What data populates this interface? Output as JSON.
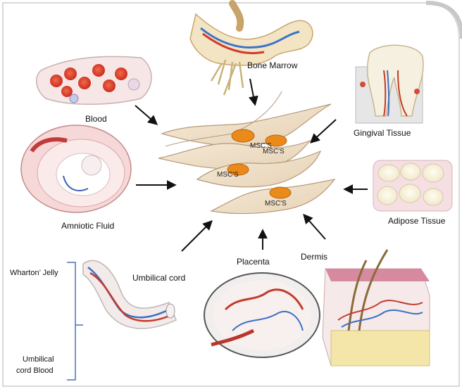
{
  "center": {
    "cells": [
      {
        "label": "MSC'S"
      },
      {
        "label": "MSC'S"
      },
      {
        "label": "MSC'S"
      },
      {
        "label": "MSC'S"
      }
    ]
  },
  "sources": {
    "bone_marrow": "Bone Marrow",
    "blood": "Blood",
    "gingival_tissue": "Gingival Tissue",
    "amniotic_fluid": "Amniotic Fluid",
    "adipose_tissue": "Adipose Tissue",
    "umbilical_cord": "Umbilical cord",
    "placenta": "Placenta",
    "dermis": "Dermis"
  },
  "cord_parts": {
    "wharton_jelly": "Wharton’ Jelly",
    "cord_blood_line1": "Umbilical",
    "cord_blood_line2": "cord Blood"
  }
}
